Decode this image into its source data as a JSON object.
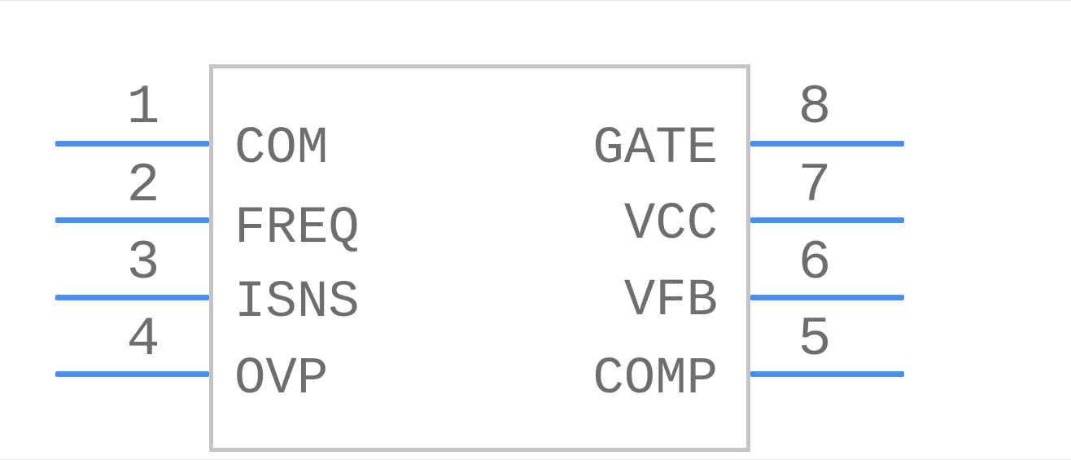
{
  "component": {
    "body_color": "#c4c4c4",
    "pin_color": "#4a8ff0",
    "text_color": "#6e6e6e"
  },
  "pins_left": [
    {
      "number": "1",
      "name": "COM"
    },
    {
      "number": "2",
      "name": "FREQ"
    },
    {
      "number": "3",
      "name": "ISNS"
    },
    {
      "number": "4",
      "name": "OVP"
    }
  ],
  "pins_right": [
    {
      "number": "8",
      "name": "GATE"
    },
    {
      "number": "7",
      "name": "VCC"
    },
    {
      "number": "6",
      "name": "VFB"
    },
    {
      "number": "5",
      "name": "COMP"
    }
  ]
}
